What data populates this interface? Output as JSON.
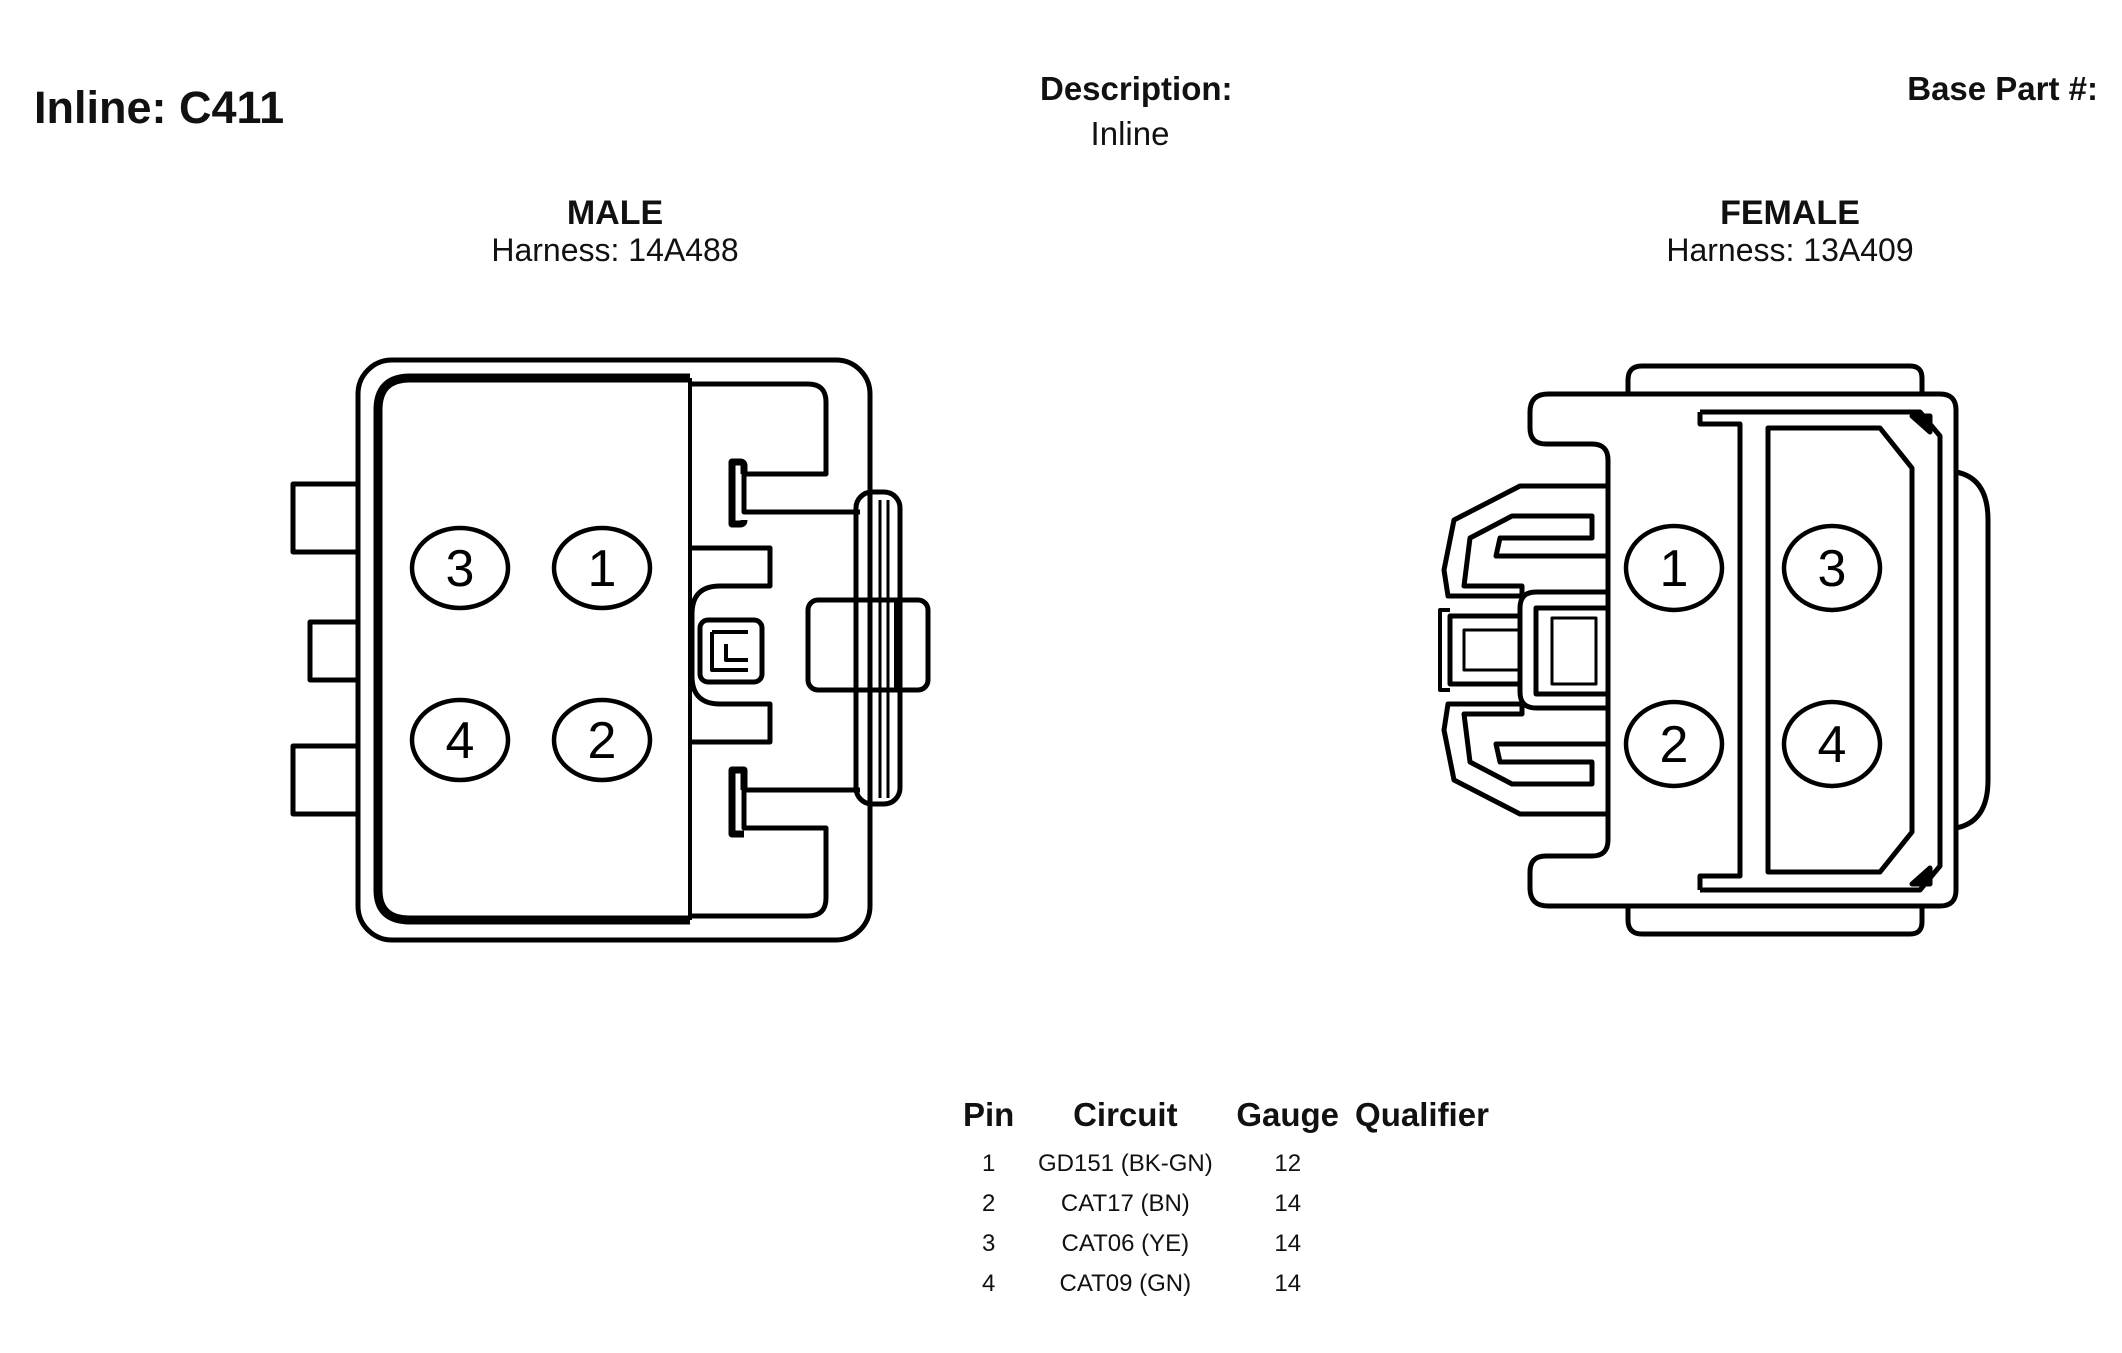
{
  "header": {
    "title": "Inline: C411",
    "description_label": "Description:",
    "description_value": "Inline",
    "base_part_label": "Base Part #:"
  },
  "male": {
    "label": "MALE",
    "harness": "Harness: 14A488",
    "pins": [
      "3",
      "1",
      "4",
      "2"
    ]
  },
  "female": {
    "label": "FEMALE",
    "harness": "Harness: 13A409",
    "pins": [
      "1",
      "3",
      "2",
      "4"
    ]
  },
  "pin_table": {
    "headers": [
      "Pin",
      "Circuit",
      "Gauge",
      "Qualifier"
    ],
    "rows": [
      {
        "pin": "1",
        "circuit": "GD151 (BK-GN)",
        "gauge": "12",
        "qualifier": ""
      },
      {
        "pin": "2",
        "circuit": "CAT17 (BN)",
        "gauge": "14",
        "qualifier": ""
      },
      {
        "pin": "3",
        "circuit": "CAT06 (YE)",
        "gauge": "14",
        "qualifier": ""
      },
      {
        "pin": "4",
        "circuit": "CAT09 (GN)",
        "gauge": "14",
        "qualifier": ""
      }
    ]
  }
}
